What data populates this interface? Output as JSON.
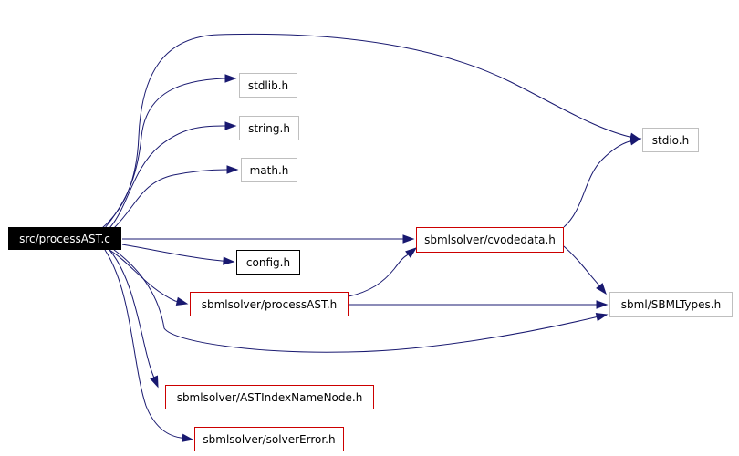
{
  "diagram": {
    "nodes": [
      {
        "id": "processAST_c",
        "label": "src/processAST.c",
        "kind": "root"
      },
      {
        "id": "stdlib",
        "label": "stdlib.h",
        "kind": "external"
      },
      {
        "id": "string",
        "label": "string.h",
        "kind": "external"
      },
      {
        "id": "math",
        "label": "math.h",
        "kind": "external"
      },
      {
        "id": "stdio",
        "label": "stdio.h",
        "kind": "external"
      },
      {
        "id": "cvodedata",
        "label": "sbmlsolver/cvodedata.h",
        "kind": "documented"
      },
      {
        "id": "config",
        "label": "config.h",
        "kind": "undocumented"
      },
      {
        "id": "processAST_h",
        "label": "sbmlsolver/processAST.h",
        "kind": "documented"
      },
      {
        "id": "sbmltypes",
        "label": "sbml/SBMLTypes.h",
        "kind": "external"
      },
      {
        "id": "astindex",
        "label": "sbmlsolver/ASTIndexNameNode.h",
        "kind": "documented"
      },
      {
        "id": "solvererror",
        "label": "sbmlsolver/solverError.h",
        "kind": "documented"
      }
    ],
    "edges": [
      {
        "from": "processAST_c",
        "to": "stdlib"
      },
      {
        "from": "processAST_c",
        "to": "string"
      },
      {
        "from": "processAST_c",
        "to": "math"
      },
      {
        "from": "processAST_c",
        "to": "stdio"
      },
      {
        "from": "processAST_c",
        "to": "cvodedata"
      },
      {
        "from": "processAST_c",
        "to": "config"
      },
      {
        "from": "processAST_c",
        "to": "processAST_h"
      },
      {
        "from": "processAST_c",
        "to": "sbmltypes"
      },
      {
        "from": "processAST_c",
        "to": "astindex"
      },
      {
        "from": "processAST_c",
        "to": "solvererror"
      },
      {
        "from": "cvodedata",
        "to": "stdio"
      },
      {
        "from": "cvodedata",
        "to": "sbmltypes"
      },
      {
        "from": "processAST_h",
        "to": "cvodedata"
      },
      {
        "from": "processAST_h",
        "to": "sbmltypes"
      }
    ]
  }
}
